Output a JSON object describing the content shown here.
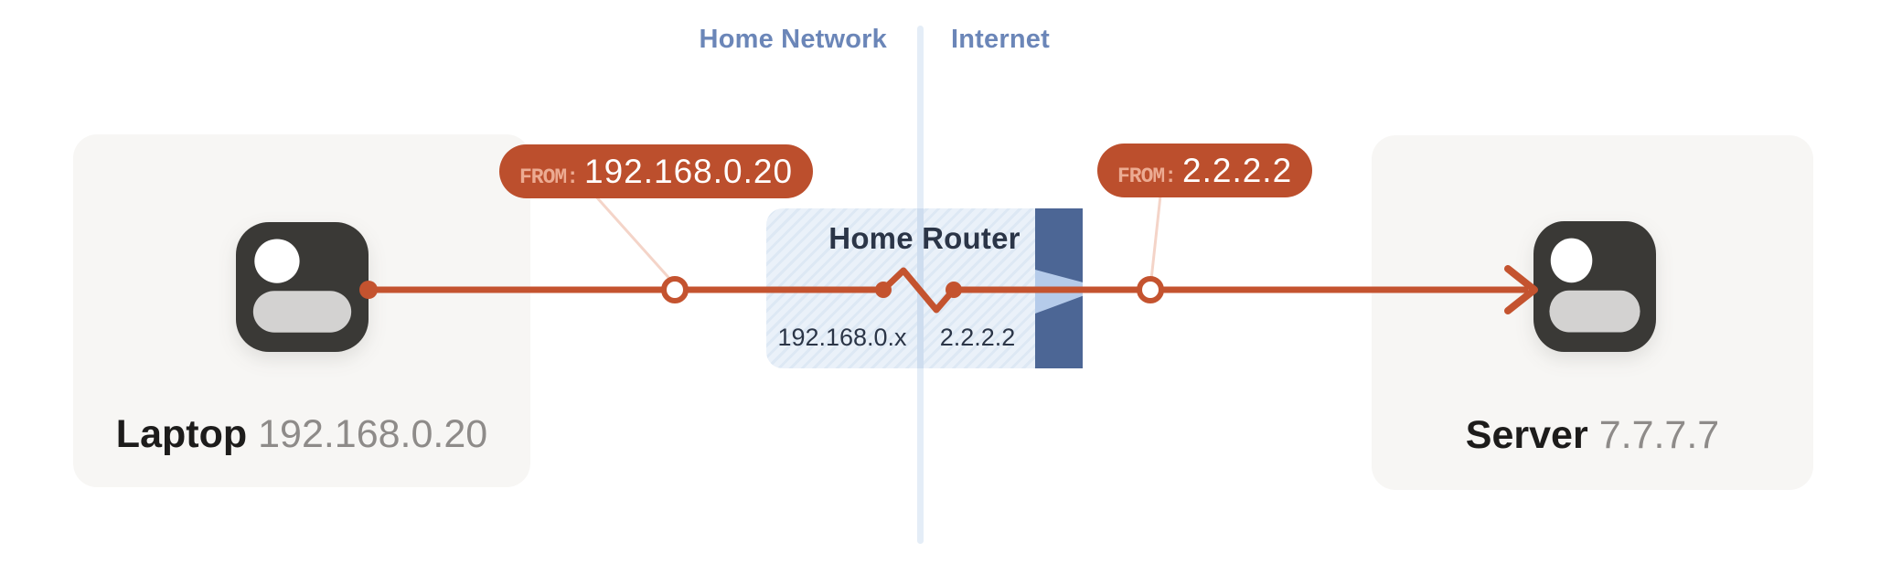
{
  "regions": {
    "home": "Home Network",
    "internet": "Internet"
  },
  "nodes": {
    "laptop": {
      "name": "Laptop",
      "ip": "192.168.0.20"
    },
    "server": {
      "name": "Server",
      "ip": "7.7.7.7"
    },
    "router": {
      "title": "Home Router",
      "lan_ip": "192.168.0.x",
      "wan_ip": "2.2.2.2"
    }
  },
  "packets": [
    {
      "prefix": "FROM:",
      "value": "192.168.0.20"
    },
    {
      "prefix": "FROM:",
      "value": "2.2.2.2"
    }
  ],
  "icons": {
    "laptop": "device-user-icon",
    "server": "device-user-icon",
    "arrow": "arrow-right-icon"
  },
  "colors": {
    "accent": "#C4532F",
    "badgeBg": "#BC4F2D",
    "badgePrefix": "#ECAB92",
    "connector": "#F4D4C8",
    "natBar": "#4C6695",
    "natFunnel": "#B5CBEA",
    "regionLabel": "#6B86B8",
    "divider": "#E4EDF7",
    "dividerInBox": "#CEDDEF",
    "routerText": "#2B3547",
    "hatchA": "#EAF1F9",
    "hatchB": "#DDE8F4",
    "cardBg": "#F7F6F4",
    "iconDark": "#3A3936",
    "iconBody": "#D3D2D1",
    "nameText": "#1D1C1B",
    "ipText": "#8E8B89"
  }
}
